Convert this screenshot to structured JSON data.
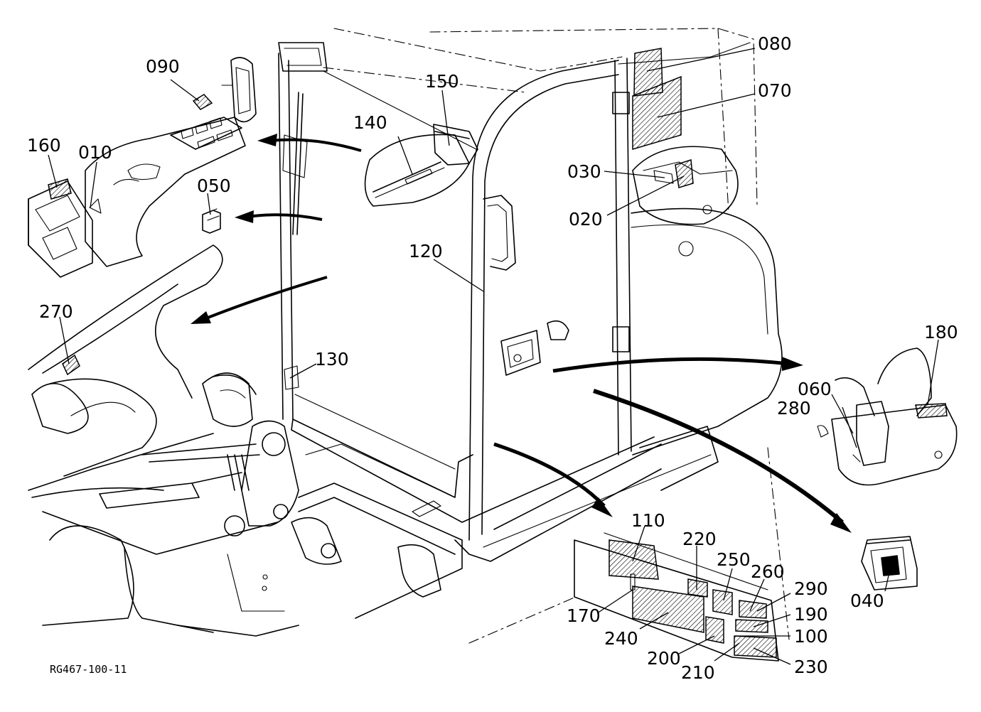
{
  "diagram": {
    "drawing_code": "RG467-100-11",
    "part_labels": [
      "080",
      "070",
      "090",
      "150",
      "140",
      "160",
      "010",
      "030",
      "050",
      "020",
      "120",
      "270",
      "180",
      "130",
      "060",
      "280",
      "110",
      "220",
      "250",
      "260",
      "290",
      "190",
      "170",
      "100",
      "240",
      "200",
      "210",
      "230",
      "040"
    ]
  }
}
